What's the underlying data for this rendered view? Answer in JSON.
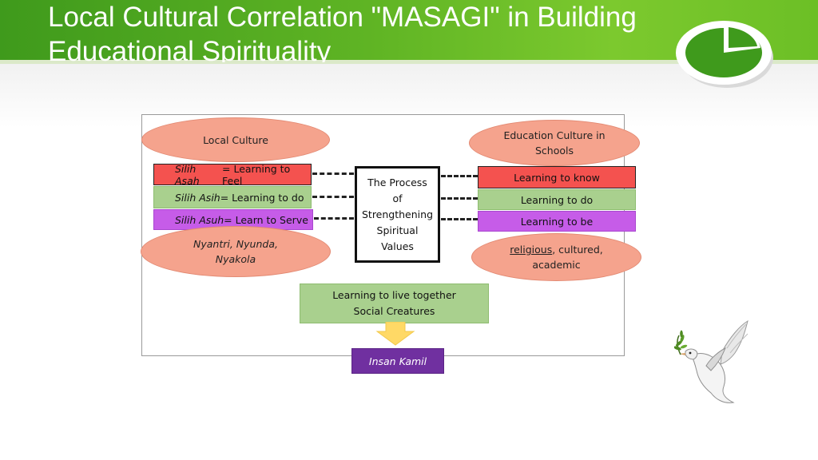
{
  "slide": {
    "title": "Local Cultural Correlation \"MASAGI\" in Building\nEducational Spirituality"
  },
  "diagram": {
    "local_culture": "Local Culture",
    "school_culture": "Education Culture in\nSchools",
    "left_bars": [
      {
        "italic": "Silih Asah",
        "text": "= Learning to Feel"
      },
      {
        "italic": "Silih Asih",
        "text": "= Learning to do"
      },
      {
        "italic": "Silih Asuh",
        "text": "= Learn to Serve"
      }
    ],
    "right_bars": [
      "Learning to know",
      "Learning to do",
      "Learning to be"
    ],
    "process": "The Process\nof\nStrengthening\nSpiritual\nValues",
    "nyantri": "Nyantri, Nyunda,\nNyakola",
    "religious": {
      "underlined": "religious",
      "rest": ", cultured,\nacademic"
    },
    "together": "Learning to live together\nSocial Creatures",
    "insan": "Insan Kamil"
  },
  "colors": {
    "header_green": "#5fb424",
    "ellipse_salmon": "#f5a38d",
    "bar_red": "#f4524f",
    "bar_green": "#a9d08e",
    "bar_purple": "#c65ce8",
    "insan_purple": "#7030a0",
    "arrow_yellow": "#ffd966"
  },
  "icons": [
    "logo-pie-icon",
    "dove-icon",
    "down-arrow-icon"
  ]
}
